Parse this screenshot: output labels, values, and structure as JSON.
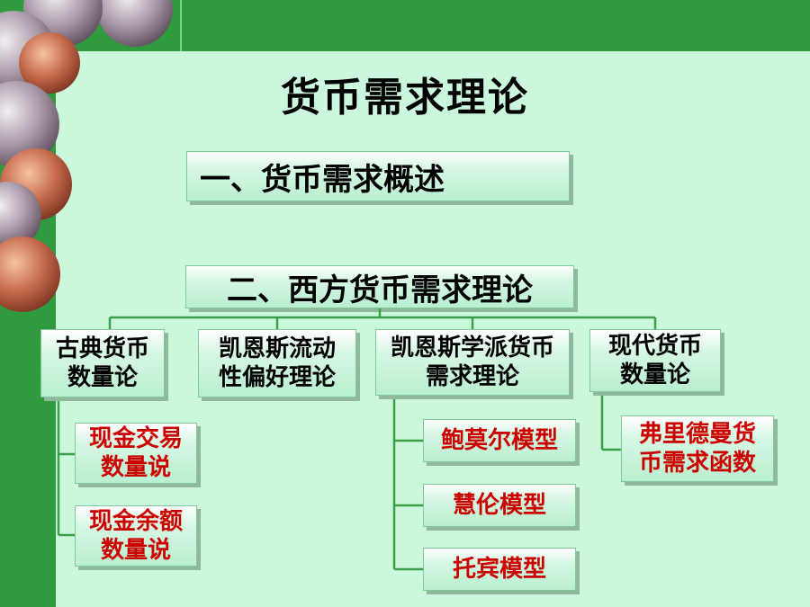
{
  "title": "货币需求理论",
  "section1": "一、货币需求概述",
  "section2": "二、西方货币需求理论",
  "level1": [
    {
      "line1": "古典货币",
      "line2": "数量论"
    },
    {
      "line1": "凯恩斯流动",
      "line2": "性偏好理论"
    },
    {
      "line1": "凯恩斯学派货币",
      "line2": "需求理论"
    },
    {
      "line1": "现代货币",
      "line2": "数量论"
    }
  ],
  "classical_children": [
    {
      "line1": "现金交易",
      "line2": "数量说"
    },
    {
      "line1": "现金余额",
      "line2": "数量说"
    }
  ],
  "keynesian_children": [
    "鲍莫尔模型",
    "慧伦模型",
    "托宾模型"
  ],
  "modern_children": [
    {
      "line1": "弗里德曼货",
      "line2": "币需求函数"
    }
  ],
  "colors": {
    "background": "#cbf7dc",
    "frame_green": "#2f9a3e",
    "connector": "#3aa048",
    "highlight_text": "#cc0000"
  }
}
